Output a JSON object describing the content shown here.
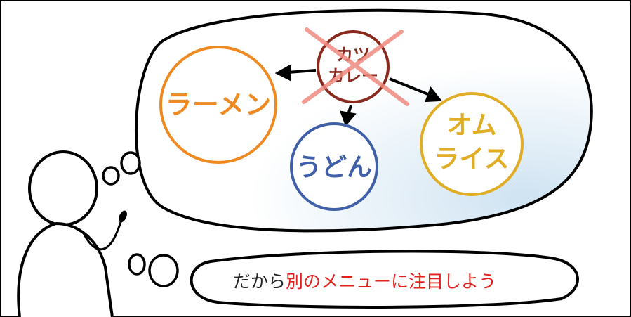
{
  "diagram": {
    "cancelled_item": {
      "line1": "カツ",
      "line2": "カレー",
      "color": "#8a2a1e",
      "cross_color": "#f08a80"
    },
    "alternatives": [
      {
        "label": "ラーメン",
        "color": "#ef8a22"
      },
      {
        "label": "うどん",
        "color": "#3f5fa8"
      },
      {
        "label": "オム",
        "label2": "ライス",
        "color": "#e0ad24"
      }
    ],
    "caption": {
      "prefix": "だから",
      "highlight": "別のメニューに注目しよう",
      "prefix_color": "#222222",
      "highlight_color": "#e3211c"
    }
  }
}
